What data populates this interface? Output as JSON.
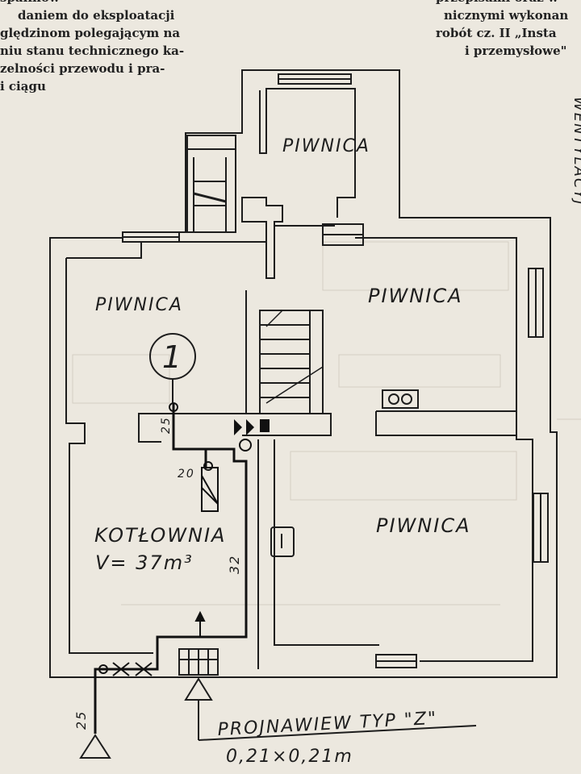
{
  "top_text": {
    "left_lines": [
      "spalinow",
      "daniem do eksploatacji",
      "ględzinom polegającym na",
      "niu stanu technicznego ka-",
      "zelności przewodu i pra-",
      "i ciągu"
    ],
    "right_lines": [
      "przepisami oraz w",
      "nicznymi wykonan",
      "robót cz. II „Insta",
      "i przemysłowe\""
    ]
  },
  "rooms": {
    "north": "PIWNICA",
    "northwest": "PIWNICA",
    "northeast": "PIWNICA",
    "southeast": "PIWNICA",
    "boiler_room": "KOTŁOWNIA",
    "boiler_volume": "V= 37m³"
  },
  "labels": {
    "marker": "1",
    "pipe_25_upper": "25",
    "pipe_20": "20",
    "pipe_32": "32",
    "pipe_25_lower": "25",
    "ventilator": "PROJNAWIEW TYP \"Z\"",
    "ventilator_size": "0,21×0,21m",
    "side_text": "WENTYLACYJ"
  }
}
